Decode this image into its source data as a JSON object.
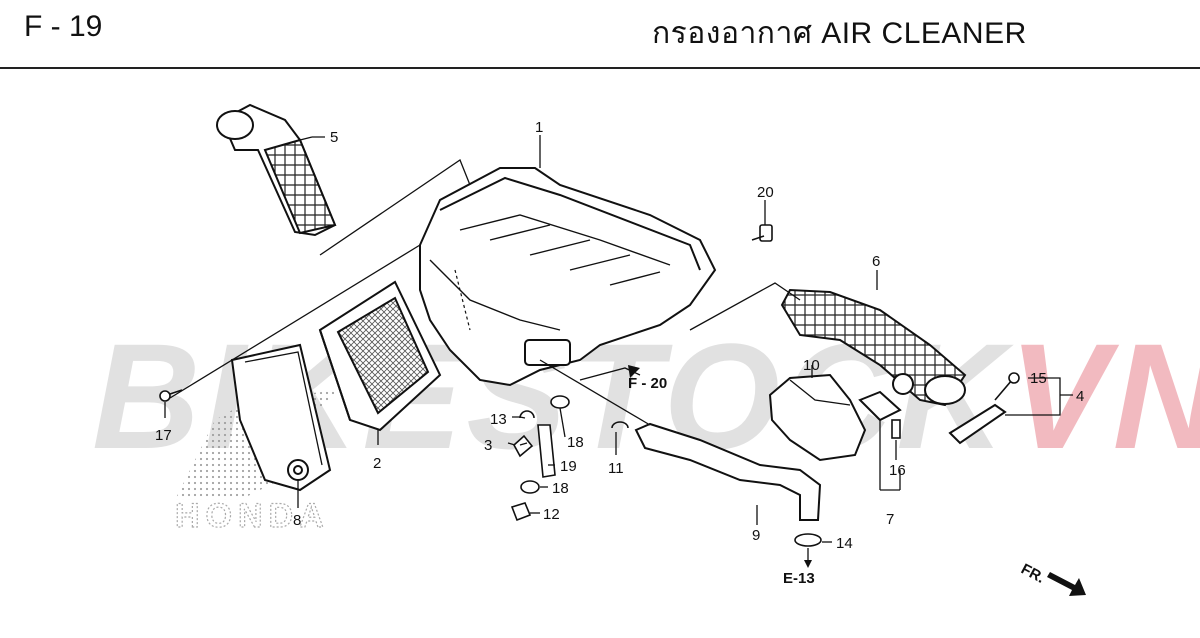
{
  "header": {
    "code": "F - 19",
    "title": "กรองอากาศ  AIR CLEANER"
  },
  "watermark": {
    "main": "BIKESTOCK",
    "accent": "VN"
  },
  "brand_mark": "HONDA",
  "parts": [
    {
      "id": "1",
      "label": "1"
    },
    {
      "id": "2",
      "label": "2"
    },
    {
      "id": "3",
      "label": "3"
    },
    {
      "id": "4",
      "label": "4"
    },
    {
      "id": "5",
      "label": "5"
    },
    {
      "id": "6",
      "label": "6"
    },
    {
      "id": "7",
      "label": "7"
    },
    {
      "id": "8",
      "label": "8"
    },
    {
      "id": "9",
      "label": "9"
    },
    {
      "id": "10",
      "label": "10"
    },
    {
      "id": "11",
      "label": "11"
    },
    {
      "id": "12",
      "label": "12"
    },
    {
      "id": "13",
      "label": "13"
    },
    {
      "id": "14",
      "label": "14"
    },
    {
      "id": "15",
      "label": "15"
    },
    {
      "id": "16",
      "label": "16"
    },
    {
      "id": "17",
      "label": "17"
    },
    {
      "id": "18a",
      "label": "18"
    },
    {
      "id": "18b",
      "label": "18"
    },
    {
      "id": "19",
      "label": "19"
    },
    {
      "id": "20",
      "label": "20"
    }
  ],
  "refs": {
    "f20": "F - 20",
    "e13": "E-13",
    "front": "FR."
  },
  "colors": {
    "watermark_gray": "#c8c8c8",
    "watermark_red": "#e8828c",
    "line": "#111111"
  }
}
